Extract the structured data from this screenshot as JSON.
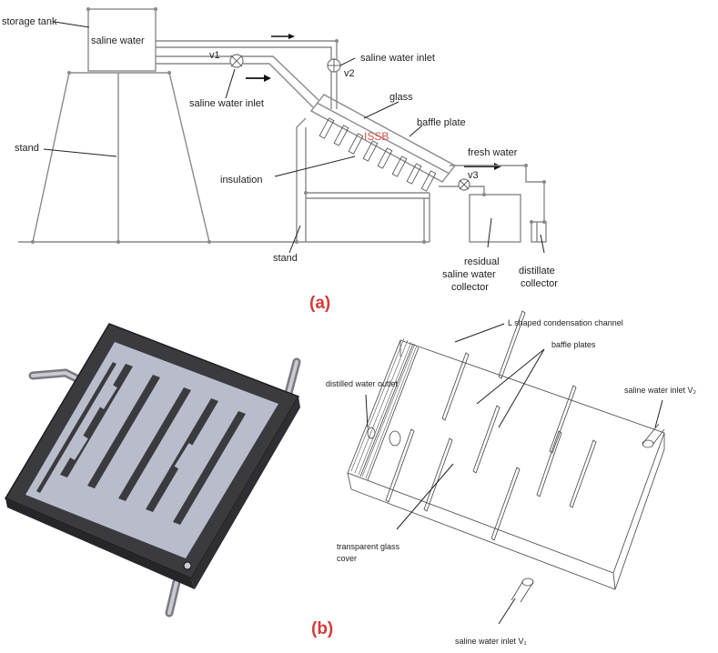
{
  "panel_a": {
    "labels": {
      "storage_tank": "storage tank",
      "saline_water": "saline water",
      "v1": "v1",
      "v2": "v2",
      "v3": "v3",
      "saline_water_inlet_top": "saline water inlet",
      "saline_water_inlet_mid": "saline water inlet",
      "glass": "glass",
      "baffle_plate": "baffle plate",
      "issb": "ISSB",
      "stand_left": "stand",
      "stand_bottom": "stand",
      "insulation": "insulation",
      "fresh_water": "fresh water",
      "residual_1": "residual",
      "residual_2": "saline water",
      "residual_3": "collector",
      "distillate_1": "distillate",
      "distillate_2": "collector"
    },
    "caption": "(a)"
  },
  "panel_b": {
    "labels": {
      "l_channel": "L shaped condensation channel",
      "baffle_plates": "baffle plates",
      "distilled_outlet": "distilled water outlet",
      "inlet_v2": "saline water inlet  V₂",
      "glass_cover_1": "transparent glass",
      "glass_cover_2": "cover",
      "inlet_v1": "saline water inlet V₁"
    },
    "caption": "(b)"
  },
  "colors": {
    "caption": "#d43a3a",
    "issb": "#d9534f",
    "frame_dark": "#3a3a3f",
    "plate_light": "#b9bccb"
  }
}
